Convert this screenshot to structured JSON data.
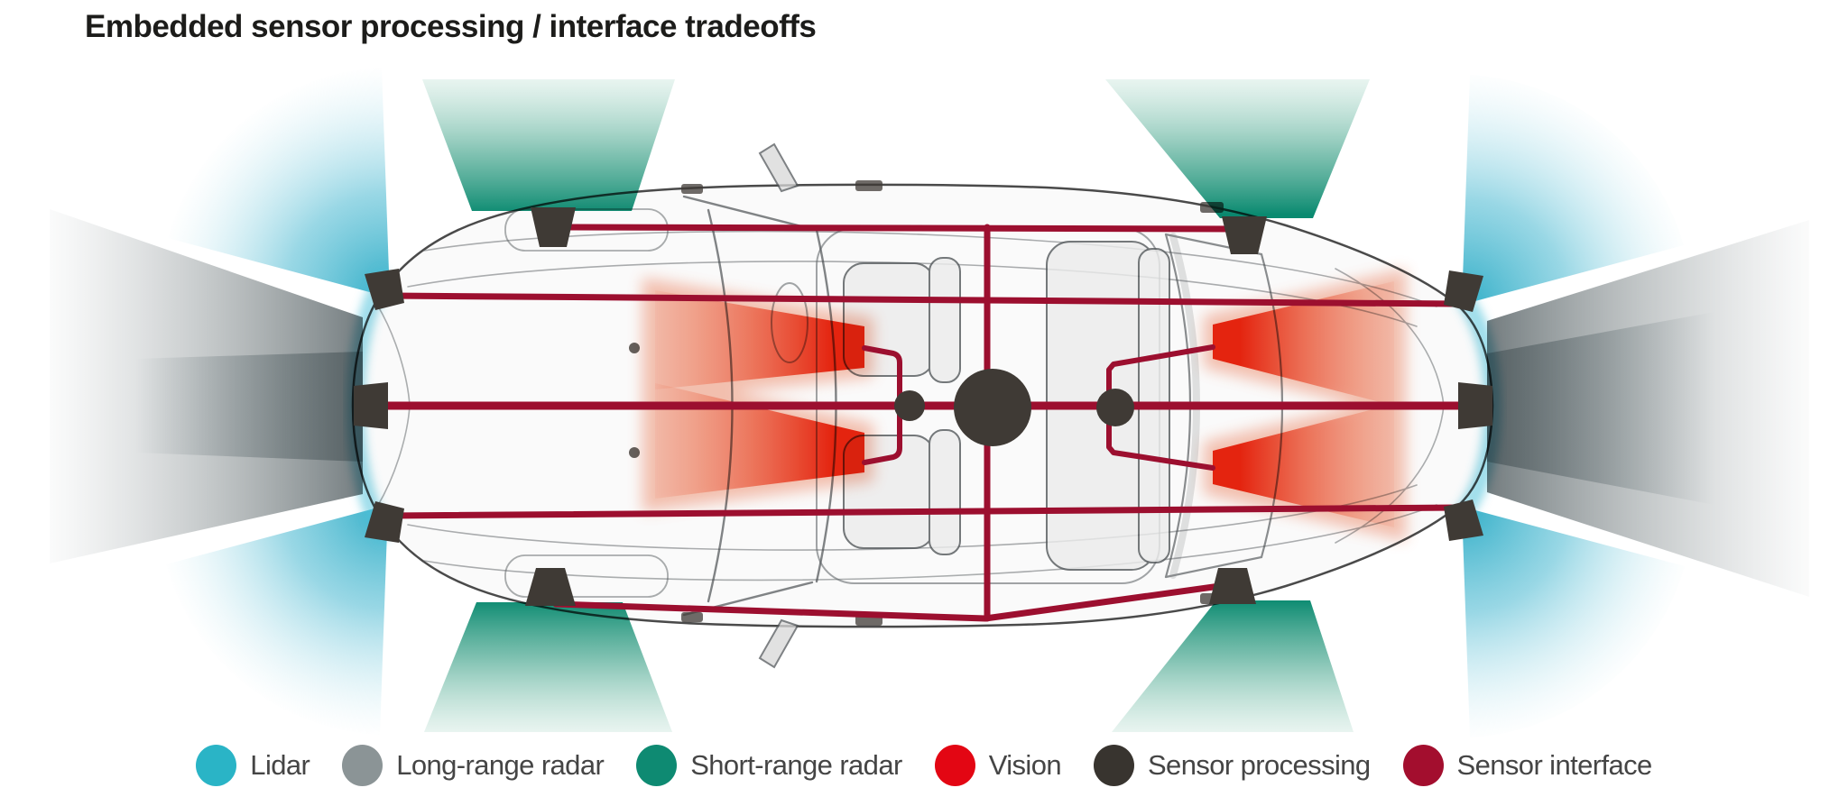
{
  "title": "Embedded sensor processing / interface tradeoffs",
  "legend": {
    "items": [
      {
        "label": "Lidar",
        "color": "#2ab4c6"
      },
      {
        "label": "Long-range radar",
        "color": "#8b9496"
      },
      {
        "label": "Short-range radar",
        "color": "#0e8a72"
      },
      {
        "label": "Vision",
        "color": "#e30613"
      },
      {
        "label": "Sensor processing",
        "color": "#38342f"
      },
      {
        "label": "Sensor interface",
        "color": "#a30e2e"
      }
    ]
  },
  "diagram": {
    "colors": {
      "lidar": "#2ab4c6",
      "long_range_radar": "#8b9496",
      "short_range_radar": "#0e8a72",
      "vision": "#e8230e",
      "sensor_processing": "#3f3a35",
      "sensor_interface": "#9c0f2f"
    },
    "icons": [
      "car-top-view-wireframe",
      "lidar-fan-icon",
      "long-range-radar-cone-icon",
      "short-range-radar-cone-icon",
      "vision-cone-icon",
      "sensor-processing-hub-icon",
      "sensor-interface-line-icon"
    ]
  }
}
